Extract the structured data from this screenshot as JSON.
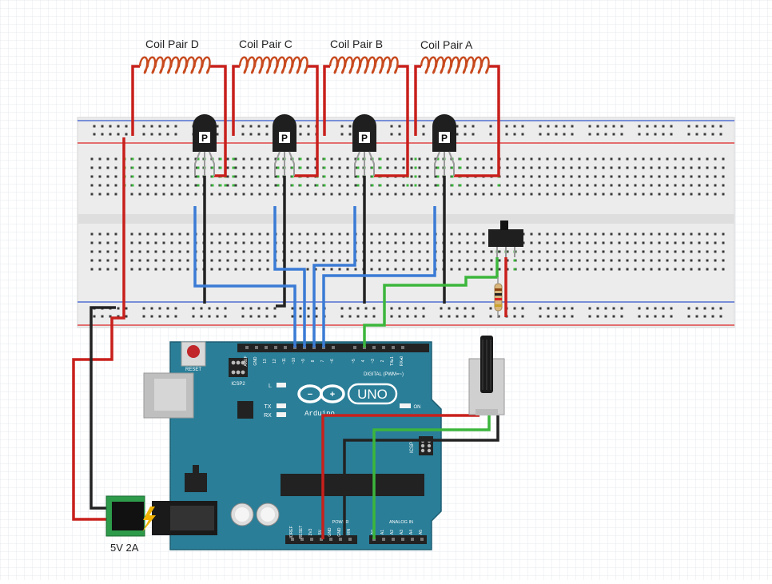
{
  "coils": [
    {
      "id": "d",
      "label": "Coil Pair D"
    },
    {
      "id": "c",
      "label": "Coil Pair C"
    },
    {
      "id": "b",
      "label": "Coil Pair B"
    },
    {
      "id": "a",
      "label": "Coil Pair A"
    }
  ],
  "transistor_mark": "P",
  "arduino": {
    "logo_text": "UNO",
    "brand": "Arduino",
    "reset_label": "RESET",
    "icsp_label": "ICSP2",
    "led_l": "L",
    "led_tx": "TX",
    "led_rx": "RX",
    "on_label": "ON",
    "digital_label": "DIGITAL (PWM=~)",
    "power_label": "POWER",
    "analog_label": "ANALOG IN",
    "icsp_side_label": "ICSP",
    "pins_top": [
      "AREF",
      "GND",
      "13",
      "12",
      "~11",
      "~10",
      "~9",
      "8",
      "7",
      "~6",
      "~5",
      "4",
      "~3",
      "2",
      "TX▸1",
      "RX◂0"
    ],
    "pins_power": [
      "IOREF",
      "RESET",
      "3V3",
      "5V",
      "GND",
      "GND",
      "VIN"
    ],
    "pins_analog": [
      "A0",
      "A1",
      "A2",
      "A3",
      "A4",
      "A5"
    ]
  },
  "power_supply": {
    "label": "5V 2A"
  },
  "colors": {
    "breadboard": "#ececec",
    "rail_red": "#d22",
    "rail_blue": "#3355cc",
    "arduino": "#2a7e98",
    "wire_red": "#c8201c",
    "wire_black": "#222222",
    "wire_blue": "#3a7bd5",
    "wire_green": "#3cb63c",
    "coil": "#c84a1e"
  }
}
